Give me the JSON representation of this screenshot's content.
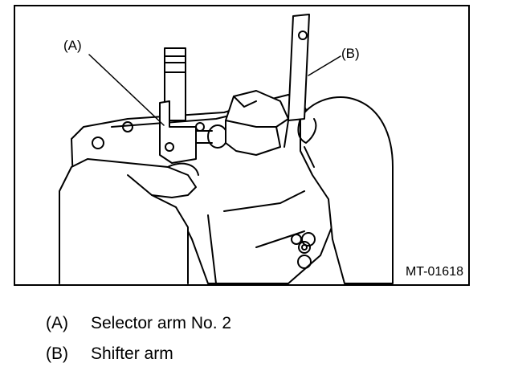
{
  "figure": {
    "callout_a": "(A)",
    "callout_b": "(B)",
    "figure_id": "MT-01618"
  },
  "legend": {
    "items": [
      {
        "key": "(A)",
        "text": "Selector arm No. 2"
      },
      {
        "key": "(B)",
        "text": "Shifter arm"
      }
    ]
  }
}
